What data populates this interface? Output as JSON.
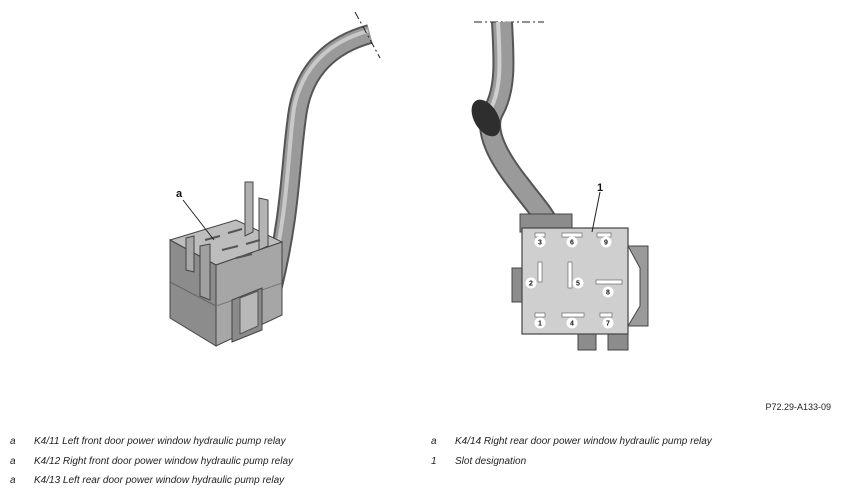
{
  "figure": {
    "callout_a": "a",
    "callout_1": "1",
    "slots": [
      "3",
      "6",
      "9",
      "2",
      "5",
      "8",
      "1",
      "4",
      "7"
    ]
  },
  "reference": "P72.29-A133-09",
  "legend_left": [
    {
      "key": "a",
      "text": "K4/11 Left front door power window hydraulic pump relay"
    },
    {
      "key": "a",
      "text": "K4/12 Right front door power window hydraulic pump relay"
    },
    {
      "key": "a",
      "text": "K4/13 Left rear door power window hydraulic pump relay"
    }
  ],
  "legend_right": [
    {
      "key": "a",
      "text": "K4/14 Right rear door power window hydraulic pump relay"
    },
    {
      "key": "1",
      "text": "Slot designation"
    }
  ]
}
